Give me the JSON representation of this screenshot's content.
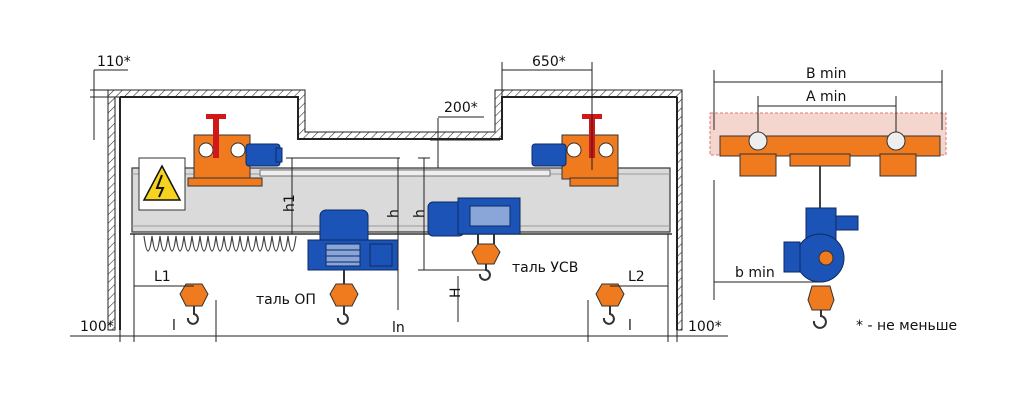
{
  "labels": {
    "top_left_clearance": "110*",
    "top_right_offset": "650*",
    "mid_clearance": "200*",
    "end_left": "100*",
    "end_right": "100*",
    "L1": "L1",
    "L2": "L2",
    "l_left": "l",
    "l_right": "l",
    "ln": "ln",
    "h1": "h1",
    "h_left": "h",
    "h_right": "h",
    "H": "H",
    "hoist_op": "таль ОП",
    "hoist_usv": "таль УСВ",
    "B_min": "B min",
    "A_min": "A min",
    "b_min": "b min",
    "footnote": "* - не меньше"
  },
  "colors": {
    "orange": "#f07a1e",
    "blue": "#1b54b6",
    "beam": "#dadada",
    "line": "#222222",
    "warning": "#f6d31c"
  }
}
